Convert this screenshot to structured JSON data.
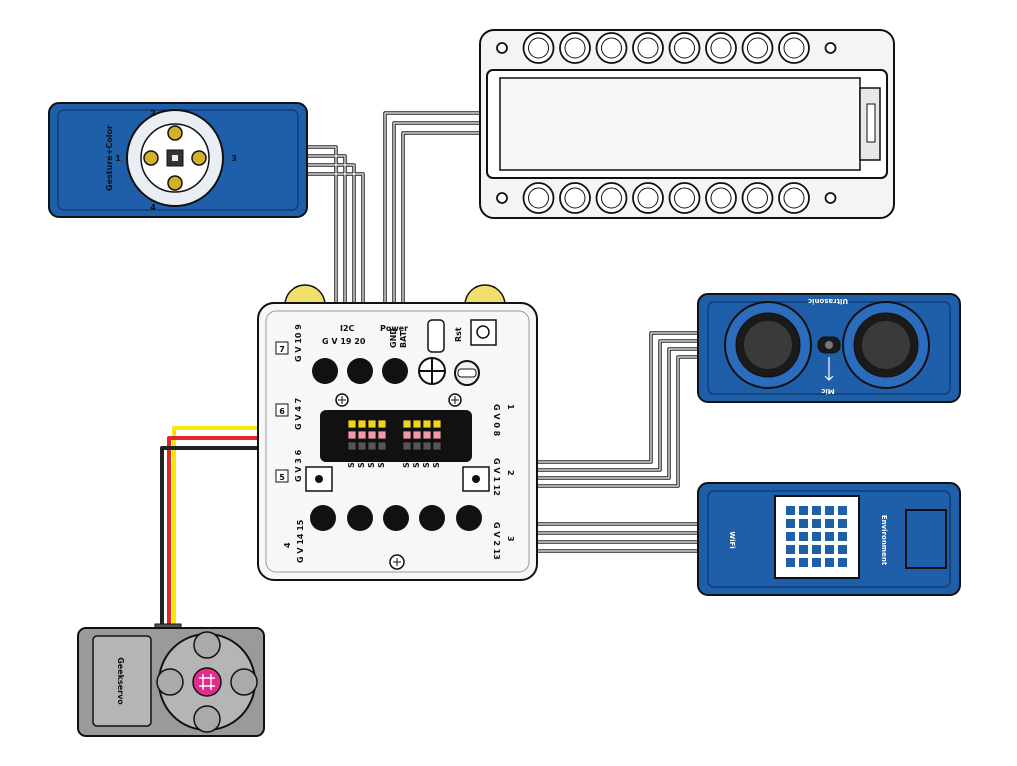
{
  "colors": {
    "module_blue": "#1f5ea8",
    "module_blue_dark": "#123d73",
    "wire_black": "#222222",
    "wire_yellow": "#f6e60a",
    "wire_red": "#e8232a",
    "servo_grey": "#9a9a9a",
    "servo_pink": "#e02c8c",
    "header_yellow": "#f2d41f",
    "header_pink": "#f29aa4"
  },
  "board": {
    "i2c_label": "I2C",
    "i2c_pins": "G V 19 20",
    "power_label": "Power",
    "power_pins_1": "GND",
    "power_pins_2": "BAT",
    "rst_label": "Rst",
    "port_1_num": "1",
    "port_1_pins": "G V 0 8",
    "port_2_num": "2",
    "port_2_pins": "G V 1 12",
    "port_3_num": "3",
    "port_3_pins": "G V 2 13",
    "port_4_num": "4",
    "port_4_pins": "G V 14 15",
    "port_5_num": "5",
    "port_5_pins": "G V 3 6",
    "port_6_num": "6",
    "port_6_pins": "G V 4 7",
    "port_7_num": "7",
    "port_7_pins": "G V 10 9",
    "servo_pins_1": "S1",
    "servo_pins_2": "S2",
    "servo_pins_3": "S3",
    "servo_pins_4": "S4",
    "servo_pins_5": "S5",
    "servo_pins_6": "S6",
    "servo_pins_7": "S7",
    "servo_pins_8": "S8"
  },
  "gesture_sensor": {
    "label": "Gesture+Color",
    "n1": "1",
    "n2": "2",
    "n3": "3",
    "n4": "4"
  },
  "ultrasonic": {
    "label": "Ultrasonic",
    "mic": "Mic"
  },
  "wifi": {
    "label": "WiFi",
    "env": "Environment"
  },
  "servo": {
    "label": "Geekservo"
  }
}
